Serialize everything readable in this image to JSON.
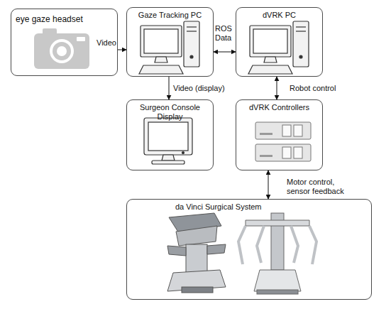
{
  "diagram": {
    "nodes": [
      {
        "text": [
          "eye gaze headset"
        ]
      },
      {
        "text": [
          "Gaze Tracking PC"
        ]
      },
      {
        "text": [
          "dVRK PC"
        ]
      },
      {
        "text": [
          "Surgeon Console Display"
        ]
      },
      {
        "text": [
          "dVRK Controllers"
        ]
      },
      {
        "text": [
          "da Vinci Surgical System"
        ]
      }
    ],
    "edges": [
      {
        "from": 0,
        "to": 1,
        "label": "Video",
        "arrow": "to"
      },
      {
        "from": 1,
        "to": 2,
        "label": "ROS Data",
        "arrow": "both"
      },
      {
        "from": 1,
        "to": 3,
        "label": "Video (display)",
        "arrow": "to"
      },
      {
        "from": 2,
        "to": 4,
        "label": "Robot control",
        "arrow": "both"
      },
      {
        "from": 4,
        "to": 5,
        "label": "Motor control, sensor feedback",
        "arrow": "both"
      }
    ]
  }
}
